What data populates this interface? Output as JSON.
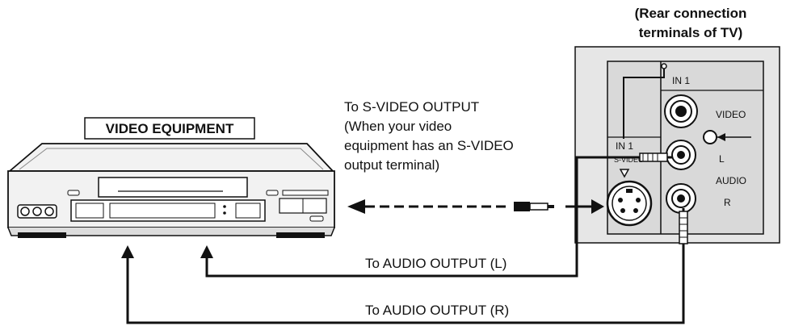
{
  "tv_panel": {
    "title_line1": "(Rear connection",
    "title_line2": "terminals of TV)",
    "in1_top": "IN 1",
    "video": "VIDEO",
    "l": "L",
    "audio": "AUDIO",
    "r": "R",
    "svideo_in1": "IN 1",
    "svideo_sub": "S-VIDEO"
  },
  "vcr": {
    "label": "VIDEO EQUIPMENT"
  },
  "callouts": {
    "svideo_line1": "To S-VIDEO OUTPUT",
    "svideo_line2": "(When your video",
    "svideo_line3": "equipment has an S-VIDEO",
    "svideo_line4": "output terminal)",
    "audio_l": "To AUDIO OUTPUT (L)",
    "audio_r": "To AUDIO OUTPUT (R)"
  },
  "colors": {
    "panel_fill": "#e6e6e6",
    "line": "#111111",
    "device_fill": "#f2f2f2"
  }
}
